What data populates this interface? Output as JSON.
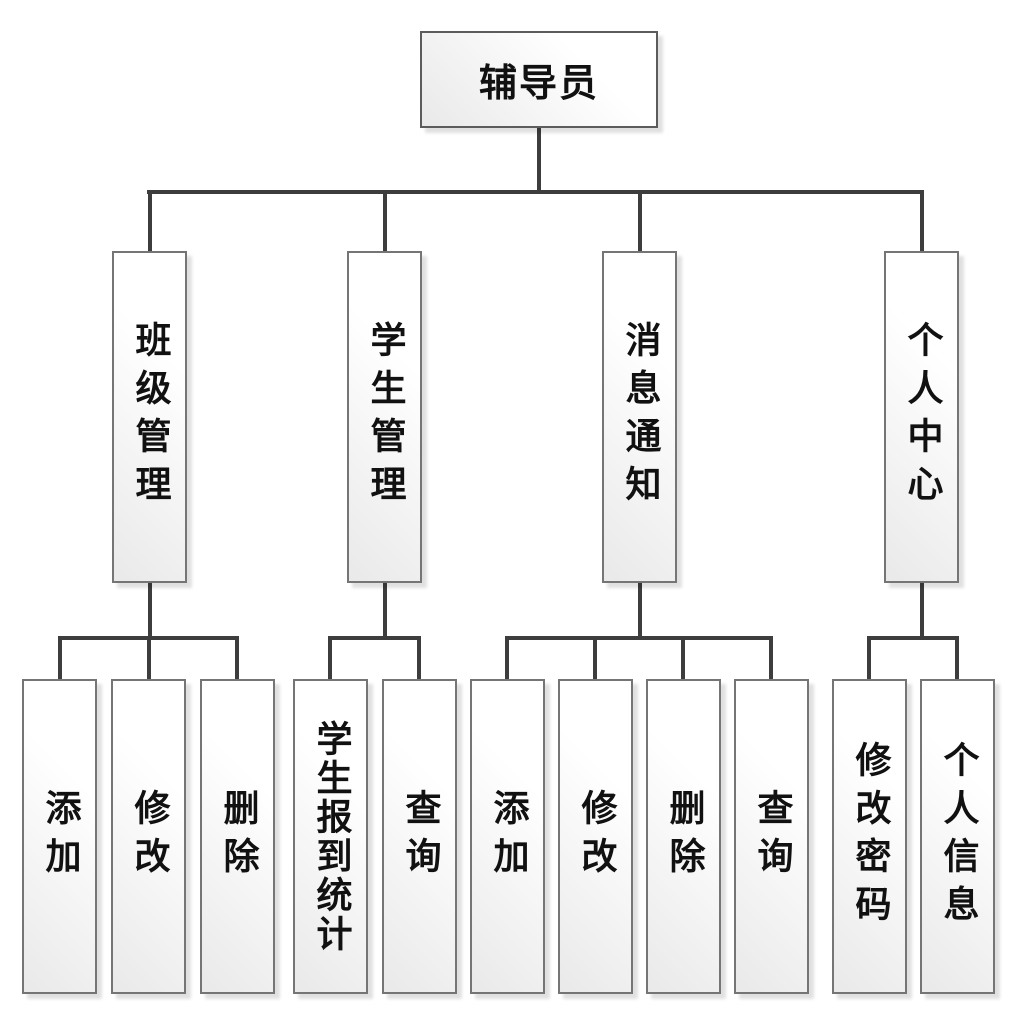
{
  "diagram": {
    "root": {
      "label": "辅导员"
    },
    "branches": [
      {
        "label": "班级管理",
        "children": [
          {
            "label": "添加"
          },
          {
            "label": "修改"
          },
          {
            "label": "删除"
          }
        ]
      },
      {
        "label": "学生管理",
        "children": [
          {
            "label": "学生报到统计"
          },
          {
            "label": "查询"
          }
        ]
      },
      {
        "label": "消息通知",
        "children": [
          {
            "label": "添加"
          },
          {
            "label": "修改"
          },
          {
            "label": "删除"
          },
          {
            "label": "查询"
          }
        ]
      },
      {
        "label": "个人中心",
        "children": [
          {
            "label": "修改密码"
          },
          {
            "label": "个人信息"
          }
        ]
      }
    ],
    "colors": {
      "connector": "#3d3d3d",
      "node_border": "#757575",
      "node_fill_light": "#ffffff",
      "node_fill_dark": "#e9e9e9",
      "text": "#111111",
      "background": "#ffffff"
    }
  }
}
